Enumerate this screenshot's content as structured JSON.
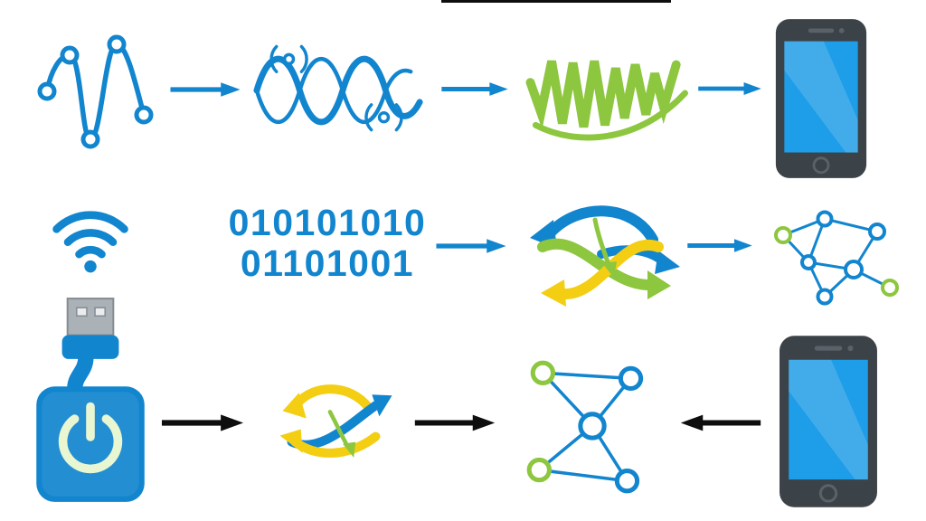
{
  "colors": {
    "blue": "#1285cf",
    "green": "#8dc63f",
    "yellow": "#f3ce12",
    "black": "#0e0e0e",
    "phonebody": "#3b4248",
    "phonedetail": "#5a6168",
    "screen": "#1e9de8",
    "metal": "#aab2b8",
    "power": "#e8f6d2"
  },
  "binary": {
    "line1": "010101010",
    "line2": "01101001"
  },
  "icons": {
    "row1": [
      "sampled-analog-signal",
      "modulated-wave",
      "noisy-green-signal",
      "smartphone"
    ],
    "row2": [
      "wifi",
      "binary-code",
      "data-scrambling",
      "network-graph"
    ],
    "row3": [
      "usb-power-device",
      "data-scrambling",
      "network-graph",
      "smartphone"
    ]
  }
}
